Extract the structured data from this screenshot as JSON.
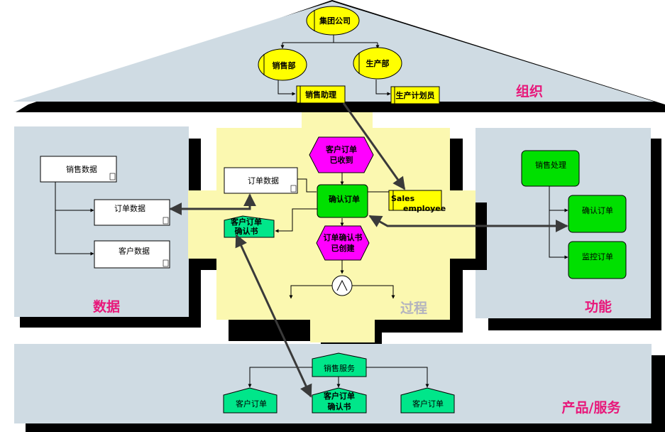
{
  "organization": {
    "label": "组织",
    "units": {
      "group": "集团公司",
      "sales_dept": "销售部",
      "production_dept": "生产部"
    },
    "positions": {
      "sales_assistant": "销售助理",
      "production_planner": "生产计划员"
    }
  },
  "data_view": {
    "label": "数据",
    "items": [
      "销售数据",
      "订单数据",
      "客户数据"
    ]
  },
  "process_view": {
    "label": "过程",
    "events": {
      "order_received": [
        "客户订单",
        "已收到"
      ],
      "confirmation_created": [
        "订单确认书",
        "已创建"
      ]
    },
    "function": "确认订单",
    "data_object": "订单数据",
    "document": [
      "客户订单",
      "确认书"
    ],
    "role": [
      "Sales",
      "employee"
    ]
  },
  "function_view": {
    "label": "功能",
    "parent": "销售处理",
    "children": [
      "确认订单",
      "监控订单"
    ]
  },
  "product_view": {
    "label": "产品/服务",
    "parent": "销售服务",
    "children": [
      {
        "lines": [
          "客户订单"
        ]
      },
      {
        "lines": [
          "客户订单",
          "确认书"
        ]
      },
      {
        "lines": [
          "客户订单"
        ]
      }
    ]
  },
  "colors": {
    "org_unit": "#ffff00",
    "event": "#ff00ff",
    "function": "#00e000",
    "product": "#00e68a",
    "panel": "#cfdbe3",
    "process_bg": "#fbf8b0",
    "view_label": "#e8177a"
  }
}
